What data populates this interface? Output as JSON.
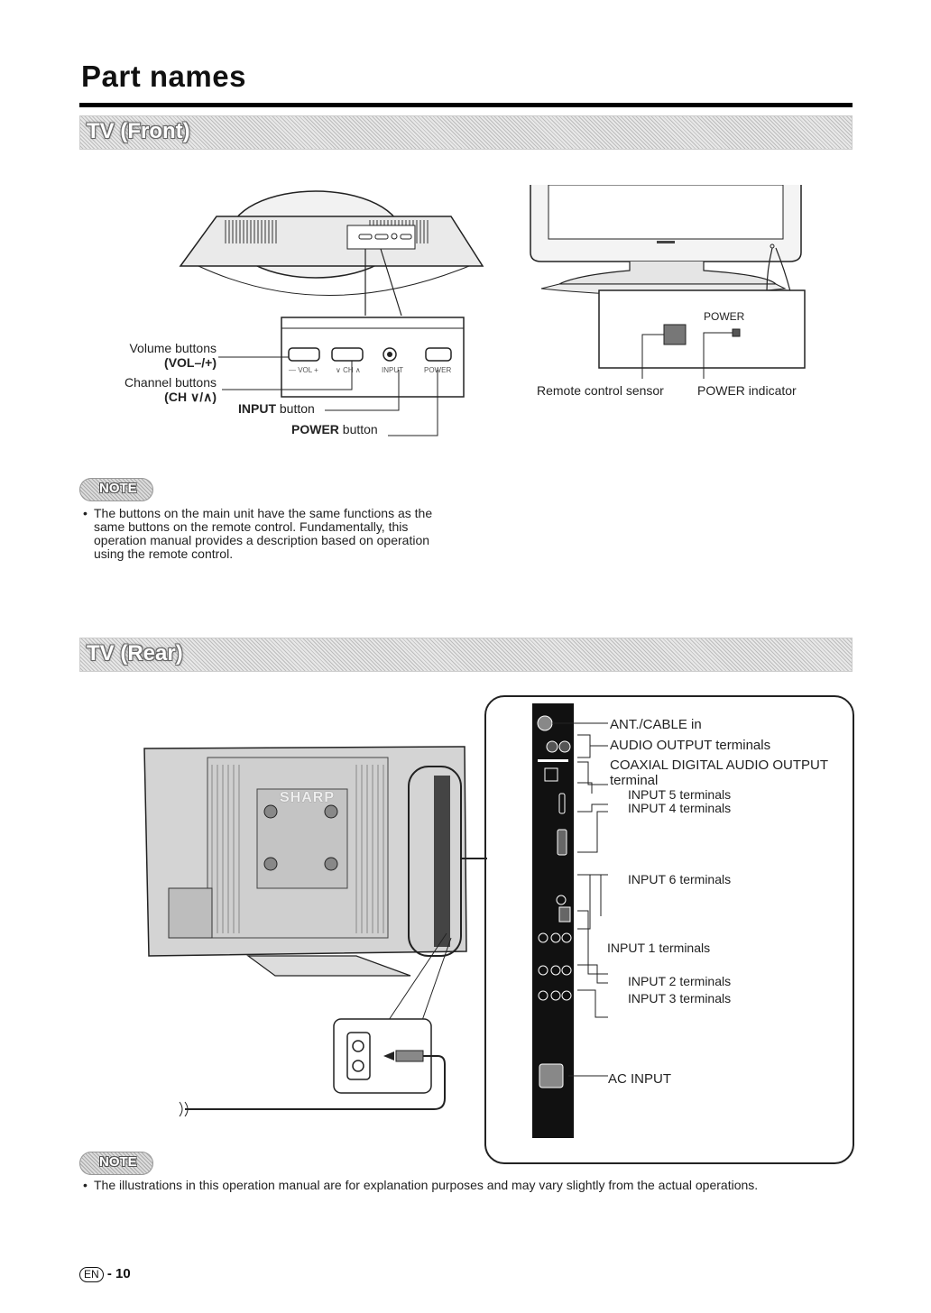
{
  "page_title": "Part names",
  "sections": {
    "front": "TV (Front)",
    "rear": "TV (Rear)"
  },
  "front": {
    "panel_labels": [
      "— VOL +",
      "∨ CH ∧",
      "INPUT",
      "POWER"
    ],
    "volume": {
      "line1": "Volume buttons",
      "line2": "(VOL–/+)"
    },
    "channel": {
      "line1": "Channel buttons",
      "line2": "(CH ∨/∧)"
    },
    "input": {
      "bold": "INPUT",
      "rest": " button"
    },
    "power": {
      "bold": "POWER",
      "rest": " button"
    },
    "sensor_label": "POWER",
    "remote_sensor": "Remote control sensor",
    "power_indicator": "POWER indicator"
  },
  "notes": {
    "badge": "NOTE",
    "note1": "The buttons on the main unit have the same functions as the same buttons on the remote control. Fundamentally, this operation manual provides a description based on operation using the remote control.",
    "note2": "The illustrations in this operation manual are for explanation purposes and may vary slightly from the actual operations."
  },
  "rear": {
    "ant_cable": "ANT./CABLE in",
    "audio_output": "AUDIO OUTPUT terminals",
    "coaxial_line1": "COAXIAL DIGITAL AUDIO OUTPUT",
    "coaxial_line2": "terminal",
    "input5": "INPUT 5 terminals",
    "input4": "INPUT 4 terminals",
    "input6": "INPUT 6 terminals",
    "input1": "INPUT 1 terminals",
    "input2": "INPUT 2 terminals",
    "input3": "INPUT 3 terminals",
    "ac_input": "AC INPUT",
    "brand": "SHARP"
  },
  "footer": {
    "lang": "EN",
    "page": "- 10"
  },
  "colors": {
    "rule": "#000000",
    "band": "#d6d6d6",
    "panel_dark": "#1a1a1a"
  }
}
